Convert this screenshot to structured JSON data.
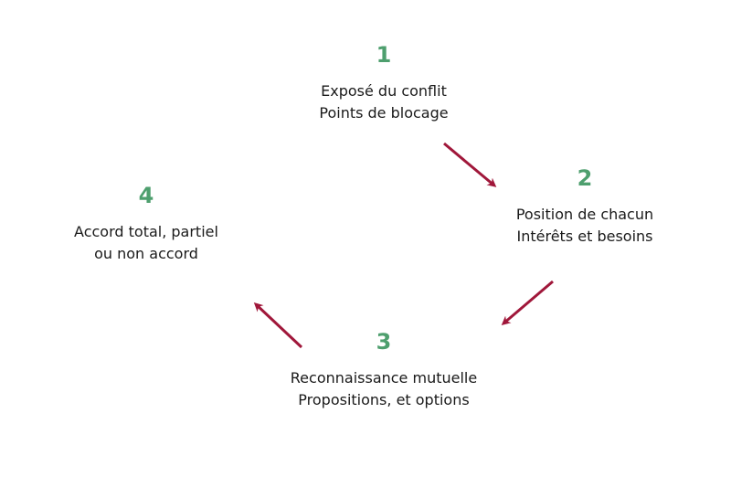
{
  "colors": {
    "number": "#4e9f6e",
    "arrow": "#a0173a",
    "text": "#1a1a1a"
  },
  "steps": [
    {
      "number": "1",
      "lines": [
        "Exposé du conflit",
        "Points de blocage"
      ]
    },
    {
      "number": "2",
      "lines": [
        "Position de chacun",
        "Intérêts et besoins"
      ]
    },
    {
      "number": "3",
      "lines": [
        "Reconnaissance mutuelle",
        "Propositions, et options"
      ]
    },
    {
      "number": "4",
      "lines": [
        "Accord total, partiel",
        "ou non accord"
      ]
    }
  ]
}
